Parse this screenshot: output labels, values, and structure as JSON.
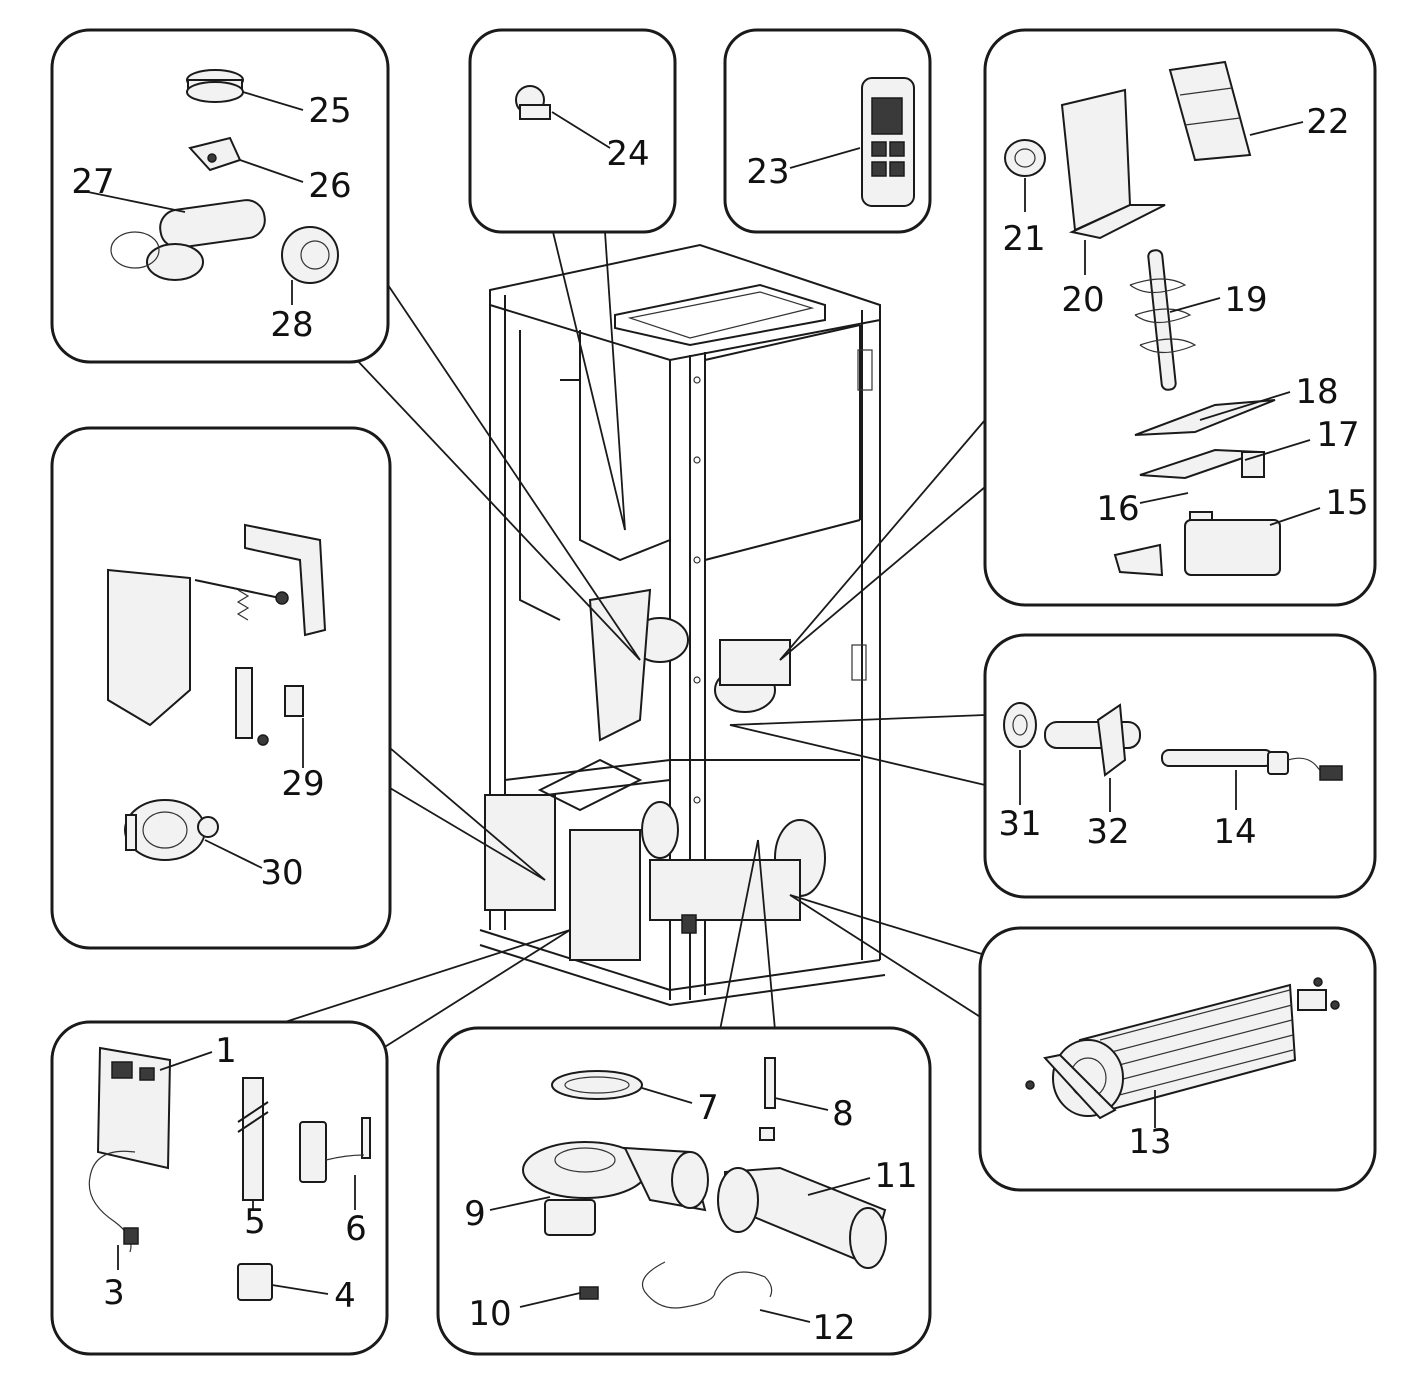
{
  "callouts": [
    {
      "id": "1",
      "label": "1"
    },
    {
      "id": "3",
      "label": "3"
    },
    {
      "id": "4",
      "label": "4"
    },
    {
      "id": "5",
      "label": "5"
    },
    {
      "id": "6",
      "label": "6"
    },
    {
      "id": "7",
      "label": "7"
    },
    {
      "id": "8",
      "label": "8"
    },
    {
      "id": "9",
      "label": "9"
    },
    {
      "id": "10",
      "label": "10"
    },
    {
      "id": "11",
      "label": "11"
    },
    {
      "id": "12",
      "label": "12"
    },
    {
      "id": "13",
      "label": "13"
    },
    {
      "id": "14",
      "label": "14"
    },
    {
      "id": "15",
      "label": "15"
    },
    {
      "id": "16",
      "label": "16"
    },
    {
      "id": "17",
      "label": "17"
    },
    {
      "id": "18",
      "label": "18"
    },
    {
      "id": "19",
      "label": "19"
    },
    {
      "id": "20",
      "label": "20"
    },
    {
      "id": "21",
      "label": "21"
    },
    {
      "id": "22",
      "label": "22"
    },
    {
      "id": "23",
      "label": "23"
    },
    {
      "id": "24",
      "label": "24"
    },
    {
      "id": "25",
      "label": "25"
    },
    {
      "id": "26",
      "label": "26"
    },
    {
      "id": "27",
      "label": "27"
    },
    {
      "id": "28",
      "label": "28"
    },
    {
      "id": "29",
      "label": "29"
    },
    {
      "id": "30",
      "label": "30"
    },
    {
      "id": "31",
      "label": "31"
    },
    {
      "id": "32",
      "label": "32"
    }
  ]
}
